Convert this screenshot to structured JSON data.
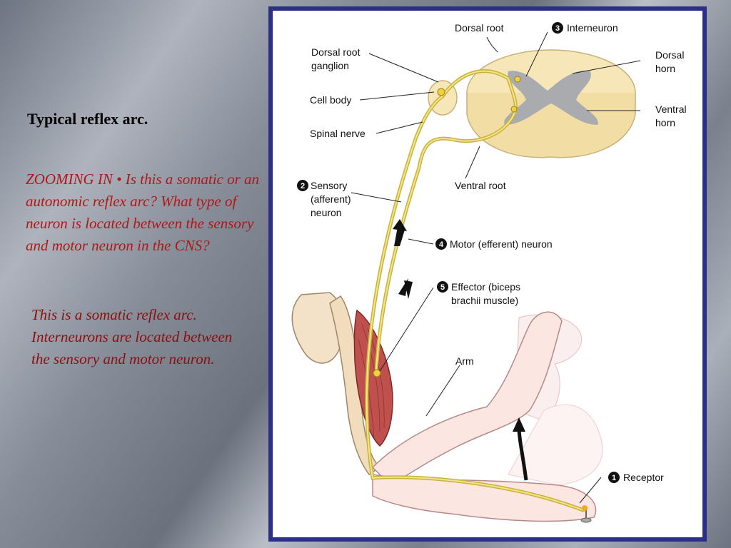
{
  "slide": {
    "title": "Typical reflex arc.",
    "question": "ZOOMING IN • Is this a somatic or an autonomic reflex arc? What type of neuron is located between the sensory and motor neuron in the CNS?",
    "answer": "This is a somatic reflex arc. Interneurons are located between the sensory and motor neuron."
  },
  "diagram": {
    "labels": {
      "dorsal_root": "Dorsal root",
      "interneuron": "Interneuron",
      "interneuron_num": "3",
      "dorsal_root_ganglion_1": "Dorsal root",
      "dorsal_root_ganglion_2": "ganglion",
      "dorsal_horn_1": "Dorsal",
      "dorsal_horn_2": "horn",
      "cell_body": "Cell body",
      "ventral_horn_1": "Ventral",
      "ventral_horn_2": "horn",
      "spinal_nerve": "Spinal nerve",
      "ventral_root": "Ventral root",
      "sensory_1": "Sensory",
      "sensory_2": "(afferent)",
      "sensory_3": "neuron",
      "sensory_num": "2",
      "motor": "Motor (efferent) neuron",
      "motor_num": "4",
      "effector_1": "Effector (biceps",
      "effector_2": "brachii muscle)",
      "effector_num": "5",
      "arm": "Arm",
      "receptor": "Receptor",
      "receptor_num": "1"
    },
    "colors": {
      "frame": "#2c2f86",
      "nerve": "#e8d65a",
      "muscle": "#c0504d",
      "gray_matter": "#a9abae",
      "white_matter": "#f7e6b8"
    }
  }
}
